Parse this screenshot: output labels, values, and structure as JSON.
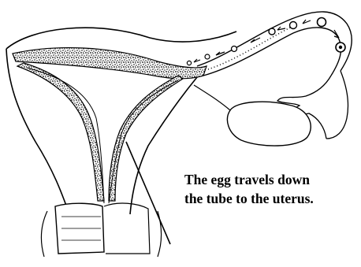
{
  "caption": {
    "line1": "The egg travels down",
    "line2": "the tube to the uterus."
  },
  "illustration": {
    "subject": "uterus-and-fallopian-tube",
    "line_color": "#000000",
    "stipple_color": "#000000",
    "background": "#ffffff"
  }
}
